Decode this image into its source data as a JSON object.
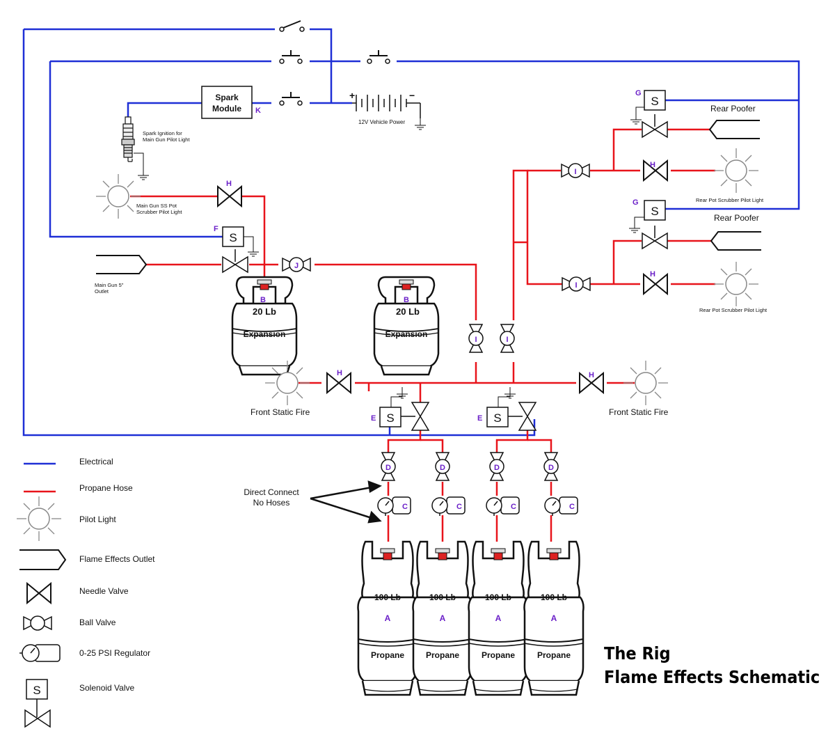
{
  "colors": {
    "electrical": "#1e2fd6",
    "propane": "#e8141b",
    "tag": "#6a1fc8",
    "ink": "#111111"
  },
  "title": {
    "line1": "The Rig",
    "line2": "Flame Effects Schematic"
  },
  "legend": {
    "electrical": "Electrical",
    "propane": "Propane Hose",
    "pilot": "Pilot Light",
    "outlet": "Flame Effects Outlet",
    "needle": "Needle Valve",
    "ball": "Ball Valve",
    "regulator": "0-25 PSI Regulator",
    "solenoid": "Solenoid Valve",
    "solenoid_glyph": "S"
  },
  "labels": {
    "spark_module_1": "Spark",
    "spark_module_2": "Module",
    "spark_ignition_1": "Spark Ignition for",
    "spark_ignition_2": "Main Gun Pilot Light",
    "vehicle_power": "12V Vehicle Power",
    "main_gun_pilot_1": "Main Gun SS Pot",
    "main_gun_pilot_2": "Scrubber Pilot Light",
    "main_gun_outlet_1": "Main Gun 5\"",
    "main_gun_outlet_2": "Outlet",
    "rear_poofer": "Rear Poofer",
    "rear_pot_pilot": "Rear Pot Scrubber Pilot Light",
    "front_static_fire": "Front Static Fire",
    "direct_connect_1": "Direct Connect",
    "direct_connect_2": "No Hoses",
    "tank_20": "20 Lb",
    "tank_expansion": "Expansion",
    "tank_100": "100 Lb",
    "tank_propane": "Propane",
    "plus": "+",
    "minus": "−"
  },
  "tags": {
    "A": "A",
    "B": "B",
    "C": "C",
    "D": "D",
    "E": "E",
    "F": "F",
    "G": "G",
    "H": "H",
    "I": "I",
    "J": "J",
    "K": "K"
  }
}
